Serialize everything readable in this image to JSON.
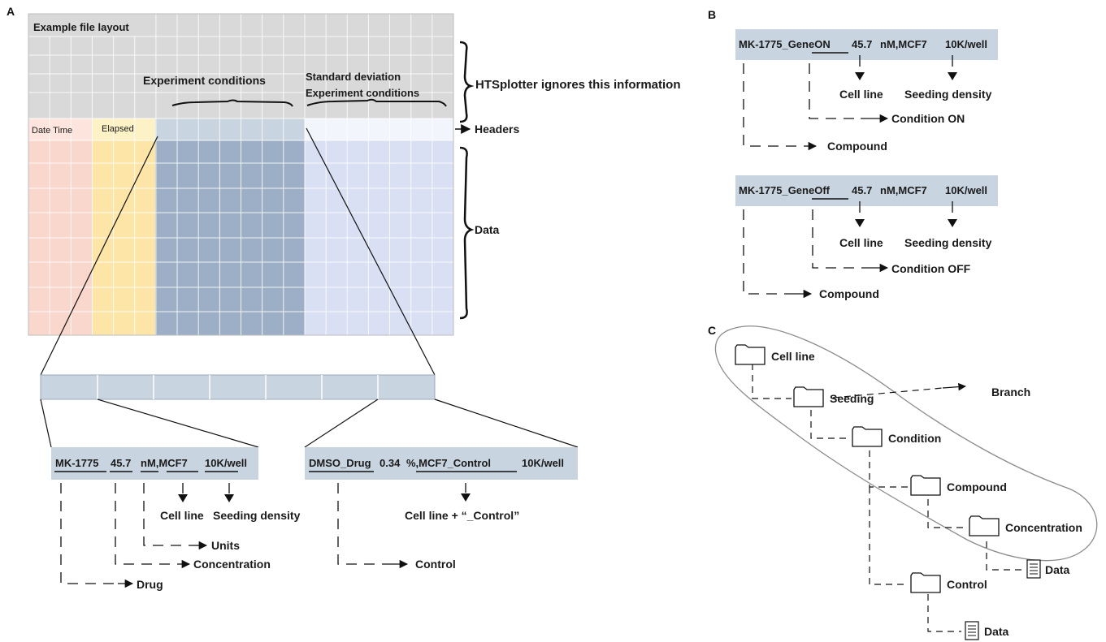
{
  "panels": {
    "a": "A",
    "b": "B",
    "c": "C"
  },
  "panel_a": {
    "layout_title": "Example file layout",
    "exp_conditions": "Experiment conditions",
    "std_dev_line1": "Standard deviation",
    "std_dev_line2": "Experiment conditions",
    "header_date": "Date Time",
    "header_elapsed": "Elapsed",
    "ignore_note": "HTSplotter ignores this information",
    "headers_label": "Headers",
    "data_label": "Data",
    "drug_header": {
      "parts": [
        "MK-1775",
        "45.7",
        "nM,MCF7",
        "10K/well"
      ],
      "cell_line": "Cell line",
      "seeding_density": "Seeding density",
      "units": "Units",
      "concentration": "Concentration",
      "drug": "Drug"
    },
    "control_header": {
      "parts": [
        "DMSO_Drug",
        "0.34",
        "%,MCF7_Control",
        "10K/well"
      ],
      "cell_line_control": "Cell line + “_Control”",
      "control": "Control"
    },
    "colors": {
      "grid_gray": "#d9d9d9",
      "date_col": "#fad7cc",
      "elapsed_col": "#fce5a6",
      "condition_block": "#9dafc6",
      "stddev_block": "#d9e0f3",
      "header_bar": "#c9d4e1"
    }
  },
  "panel_b": {
    "on_header": {
      "parts": [
        "MK-1775_GeneON",
        "45.7",
        "nM,MCF7",
        "10K/well"
      ]
    },
    "off_header": {
      "parts": [
        "MK-1775_GeneOff",
        "45.7",
        "nM,MCF7",
        "10K/well"
      ]
    },
    "cell_line": "Cell line",
    "seeding_density": "Seeding density",
    "condition_on": "Condition ON",
    "condition_off": "Condition OFF",
    "compound": "Compound"
  },
  "panel_c": {
    "folders": [
      "Cell line",
      "Seeding",
      "Condition",
      "Compound",
      "Concentration",
      "Control"
    ],
    "data_files": [
      "Data",
      "Data"
    ],
    "branch": "Branch",
    "icons": [
      "folder-icon",
      "document-icon"
    ]
  }
}
